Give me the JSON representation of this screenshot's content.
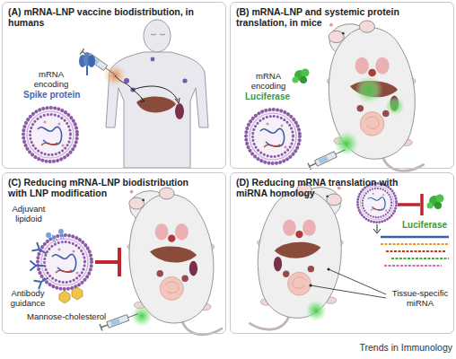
{
  "diagram": {
    "nodes": [
      {
        "text": [
          "(A) mRNA-LNP vaccine biodistribution, in humans"
        ]
      },
      {
        "text": [
          "(B) mRNA-LNP and systemic protein translation, in mice"
        ]
      },
      {
        "text": [
          "(C) Reducing mRNA-LNP biodistribution with LNP modification"
        ]
      },
      {
        "text": [
          "(D) Reducing mRNA translation with miRNA homology"
        ]
      }
    ],
    "labels": [
      "mRNA encoding",
      "Spike protein",
      "mRNA encoding",
      "Luciferase",
      "Adjuvant lipidoid",
      "Antibody guidance",
      "Mannose-cholesterol",
      "Luciferase",
      "Tissue-specific miRNA",
      "Trends in Immunology"
    ]
  }
}
